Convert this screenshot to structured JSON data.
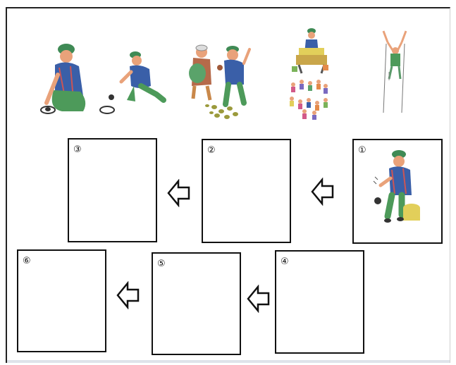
{
  "story_images": [
    {
      "icon": "man-sitting-with-bowl-image"
    },
    {
      "icon": "man-rolling-ball-image"
    },
    {
      "icon": "couple-with-coins-image"
    },
    {
      "icon": "man-on-throne-with-crowd-image"
    },
    {
      "icon": "man-falling-image"
    }
  ],
  "boxes": [
    {
      "label": "①",
      "has_image": true
    },
    {
      "label": "②"
    },
    {
      "label": "③"
    },
    {
      "label": "④"
    },
    {
      "label": "⑤"
    },
    {
      "label": "⑥"
    }
  ],
  "colors": {
    "green_cap": "#3f8a55",
    "blue_vest": "#3a5fa8",
    "pants_green": "#4d9a5a",
    "skin": "#e9a27a"
  }
}
